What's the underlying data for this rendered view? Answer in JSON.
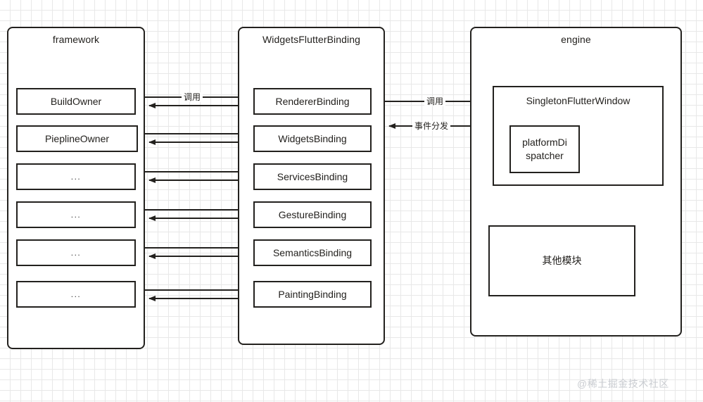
{
  "diagram": {
    "title": "Flutter framework / WidgetsFlutterBinding / engine architecture",
    "background": {
      "grid_color": "#e8e8e8",
      "page_color": "#ffffff"
    },
    "stroke_color": "#23211e",
    "groups": [
      {
        "id": "framework",
        "label": "framework",
        "nodes": [
          {
            "id": "build-owner",
            "label": "BuildOwner"
          },
          {
            "id": "piepline-owner",
            "label": "PieplineOwner"
          },
          {
            "id": "framework-more-1",
            "label": "..."
          },
          {
            "id": "framework-more-2",
            "label": "..."
          },
          {
            "id": "framework-more-3",
            "label": "..."
          },
          {
            "id": "framework-more-4",
            "label": "..."
          }
        ]
      },
      {
        "id": "widgets-flutter-binding",
        "label": "WidgetsFlutterBinding",
        "nodes": [
          {
            "id": "renderer-binding",
            "label": "RendererBinding"
          },
          {
            "id": "widgets-binding",
            "label": "WidgetsBinding"
          },
          {
            "id": "services-binding",
            "label": "ServicesBinding"
          },
          {
            "id": "gesture-binding",
            "label": "GestureBinding"
          },
          {
            "id": "semantics-binding",
            "label": "SemanticsBinding"
          },
          {
            "id": "painting-binding",
            "label": "PaintingBinding"
          }
        ]
      },
      {
        "id": "engine",
        "label": "engine",
        "nodes": [
          {
            "id": "singleton-flutter-window",
            "label": "SingletonFlutterWindow"
          },
          {
            "id": "platform-dispatcher",
            "label": "platformDi\nspatcher",
            "line1": "platformDi",
            "line2": "spatcher"
          },
          {
            "id": "other-modules",
            "label": "其他模块"
          }
        ]
      }
    ],
    "edge_labels": {
      "framework_to_binding_call": "调用",
      "binding_to_engine_call": "调用",
      "engine_to_binding_event": "事件分发"
    },
    "watermark": "@稀土掘金技术社区"
  }
}
